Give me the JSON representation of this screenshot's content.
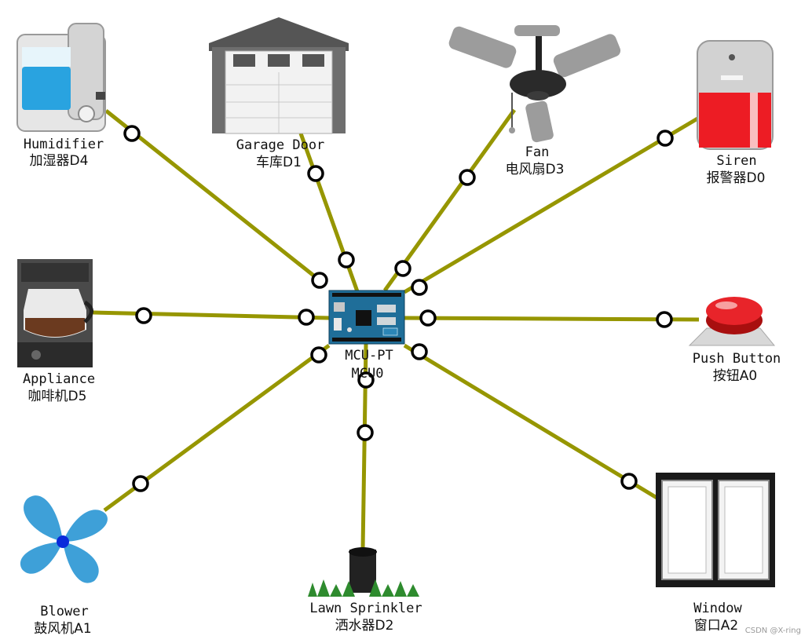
{
  "colors": {
    "link": "#969600",
    "port": "#000000",
    "board": "#1f6e99"
  },
  "center": {
    "name": "MCU-PT",
    "id": "MCU0"
  },
  "devices": [
    {
      "key": "humidifier",
      "icon": "humidifier-icon",
      "name": "Humidifier",
      "cn": "加湿器D4"
    },
    {
      "key": "garage",
      "icon": "garage-door-icon",
      "name": "Garage Door",
      "cn": "车库D1"
    },
    {
      "key": "fan",
      "icon": "ceiling-fan-icon",
      "name": "Fan",
      "cn": "电风扇D3"
    },
    {
      "key": "siren",
      "icon": "siren-icon",
      "name": "Siren",
      "cn": "报警器D0"
    },
    {
      "key": "appliance",
      "icon": "coffee-maker-icon",
      "name": "Appliance",
      "cn": "咖啡机D5"
    },
    {
      "key": "button",
      "icon": "push-button-icon",
      "name": "Push Button",
      "cn": "按钮A0"
    },
    {
      "key": "blower",
      "icon": "blower-icon",
      "name": "Blower",
      "cn": "鼓风机A1"
    },
    {
      "key": "sprinkler",
      "icon": "lawn-sprinkler-icon",
      "name": "Lawn Sprinkler",
      "cn": "洒水器D2"
    },
    {
      "key": "window",
      "icon": "window-icon",
      "name": "Window",
      "cn": "窗口A2"
    }
  ],
  "watermark": "CSDN @X-ring"
}
